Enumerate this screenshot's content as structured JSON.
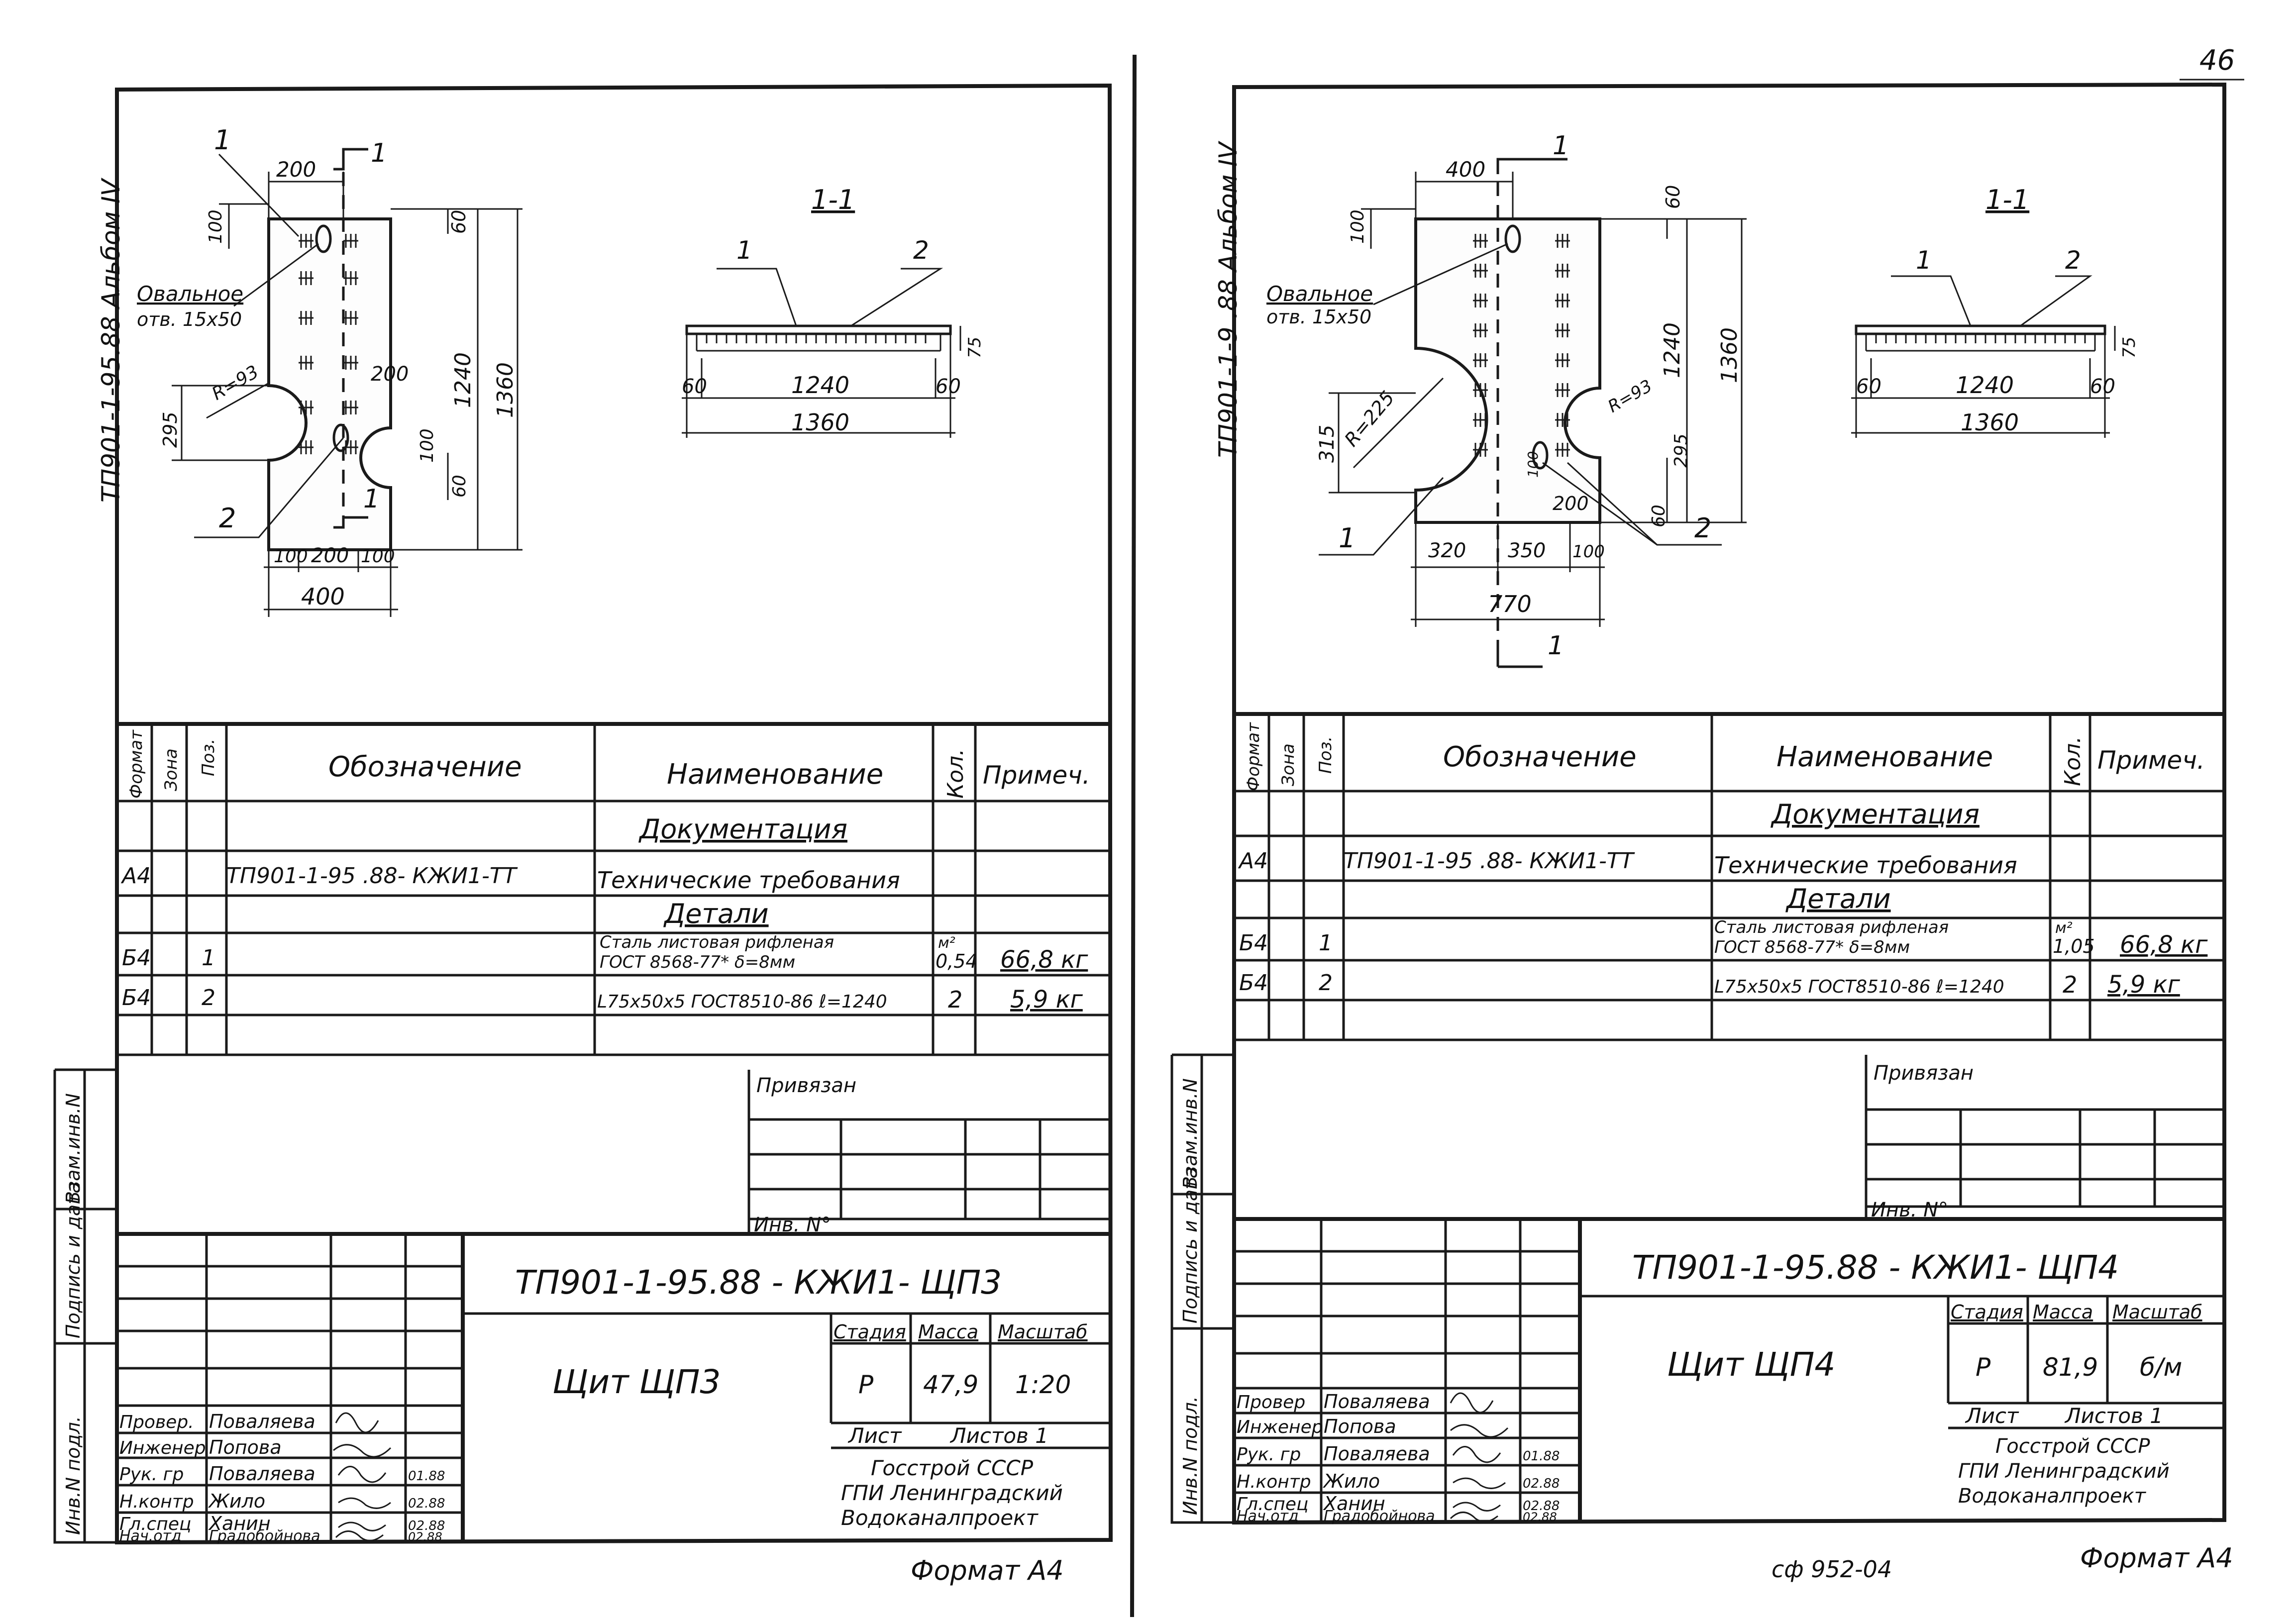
{
  "page_number": "46",
  "footer_code": "сф 952-04",
  "sheets": [
    {
      "vertical_album": "ТП901-1-95.88  Альбом IV",
      "draw": {
        "callouts": {
          "c1": "1",
          "c2": "2",
          "cut_top": "1",
          "cut_bottom": "1"
        },
        "hole_note_1": "Овальное",
        "hole_note_2": "отв. 15х50",
        "radius": "R=93",
        "dims": {
          "top_width": "200",
          "top_offset": "100",
          "top_edge": "60",
          "height": "1240",
          "overall": "1360",
          "notch": "295",
          "side_200": "200",
          "side_100": "100",
          "bottom_edge": "60",
          "bottom_a": "100",
          "bottom_b": "200",
          "bottom_c": "100",
          "width": "400"
        },
        "section": {
          "title": "1-1",
          "p1": "1",
          "p2": "2",
          "left": "60",
          "mid": "1240",
          "right": "60",
          "overall": "1360",
          "height": "75"
        }
      },
      "spec": {
        "headers": {
          "format": "Формат",
          "zone": "Зона",
          "pos": "Поз.",
          "designation": "Обозначение",
          "name": "Наименование",
          "qty": "Кол.",
          "note": "Примеч."
        },
        "doc_section": "Документация",
        "details_section": "Детали",
        "rows": [
          {
            "format": "А4",
            "pos": "",
            "designation": "ТП901-1-95 .88- КЖИ1-ТТ",
            "name1": "Технические требования",
            "name2": "",
            "qty_top": "",
            "qty": "",
            "note": ""
          },
          {
            "format": "Б4",
            "pos": "1",
            "designation": "",
            "name1": "Сталь листовая рифленая",
            "name2": "ГОСТ 8568-77*  δ=8мм",
            "qty_top": "м²",
            "qty": "0,54",
            "note": "66,8 кг"
          },
          {
            "format": "Б4",
            "pos": "2",
            "designation": "",
            "name1": "L75х50х5 ГОСТ8510-86 ℓ=1240",
            "name2": "",
            "qty_top": "",
            "qty": "2",
            "note": "5,9 кг"
          }
        ]
      },
      "side_labels": [
        "Инв.N подл.",
        "Подпись и дата",
        "Взам.инв.N"
      ],
      "bound_label": "Привязан",
      "inv_label": "Инв. N°",
      "title_block": {
        "code": "ТП901-1-95.88 - КЖИ1- ЩП3",
        "item_name": "Щит  ЩП3",
        "stage_label": "Стадия",
        "mass_label": "Масса",
        "scale_label": "Масштаб",
        "stage": "Р",
        "mass": "47,9",
        "scale": "1:20",
        "sheet_label": "Лист",
        "sheets_label": "Листов 1",
        "org1": "Госстрой СССР",
        "org2": "ГПИ Ленинградский",
        "org3": "Водоканалпроект",
        "roles": [
          {
            "role": "Провер.",
            "name": "Поваляева",
            "date": ""
          },
          {
            "role": "Инженер",
            "name": "Попова",
            "date": ""
          },
          {
            "role": "Рук. гр",
            "name": "Поваляева",
            "date": "01.88"
          },
          {
            "role": "Н.контр",
            "name": "Жило",
            "date": "02.88"
          },
          {
            "role": "Гл.спец",
            "name": "Ханин",
            "date": "02.88"
          },
          {
            "role": "Нач.отд",
            "name": "Градобойнова",
            "date": "02.88"
          }
        ]
      },
      "format_label": "Формат А4"
    },
    {
      "vertical_album": "ТП901-1-9 .88  Альбом IV",
      "draw": {
        "callouts": {
          "c1": "1",
          "c2": "2",
          "cut_top": "1",
          "cut_bottom": "1"
        },
        "hole_note_1": "Овальное",
        "hole_note_2": "отв. 15х50",
        "radius": "R=225",
        "radius_small": "R=93",
        "dims": {
          "top_width": "400",
          "top_offset": "100",
          "top_edge": "60",
          "height": "1240",
          "overall": "1360",
          "notch": "315",
          "small_notch": "295",
          "bottom_edge": "60",
          "side_200": "200",
          "side_100": "100",
          "bottom_a": "320",
          "bottom_b": "350",
          "bottom_c": "100",
          "width": "770"
        },
        "section": {
          "title": "1-1",
          "p1": "1",
          "p2": "2",
          "left": "60",
          "mid": "1240",
          "right": "60",
          "overall": "1360",
          "height": "75"
        }
      },
      "spec": {
        "headers": {
          "format": "Формат",
          "zone": "Зона",
          "pos": "Поз.",
          "designation": "Обозначение",
          "name": "Наименование",
          "qty": "Кол.",
          "note": "Примеч."
        },
        "doc_section": "Документация",
        "details_section": "Детали",
        "rows": [
          {
            "format": "А4",
            "pos": "",
            "designation": "ТП901-1-95 .88- КЖИ1-ТТ",
            "name1": "Технические требования",
            "name2": "",
            "qty_top": "",
            "qty": "",
            "note": ""
          },
          {
            "format": "Б4",
            "pos": "1",
            "designation": "",
            "name1": "Сталь листовая рифленая",
            "name2": "ГОСТ 8568-77*  δ=8мм",
            "qty_top": "м²",
            "qty": "1,05",
            "note": "66,8 кг"
          },
          {
            "format": "Б4",
            "pos": "2",
            "designation": "",
            "name1": "L75х50х5 ГОСТ8510-86 ℓ=1240",
            "name2": "",
            "qty_top": "",
            "qty": "2",
            "note": "5,9 кг"
          }
        ]
      },
      "side_labels": [
        "Инв.N подл.",
        "Подпись и дата",
        "Взам.инв.N"
      ],
      "bound_label": "Привязан",
      "inv_label": "Инв. N°",
      "title_block": {
        "code": "ТП901-1-95.88 - КЖИ1- ЩП4",
        "item_name": "Щит  ЩП4",
        "stage_label": "Стадия",
        "mass_label": "Масса",
        "scale_label": "Масштаб",
        "stage": "Р",
        "mass": "81,9",
        "scale": "б/м",
        "sheet_label": "Лист",
        "sheets_label": "Листов 1",
        "org1": "Госстрой СССР",
        "org2": "ГПИ Ленинградский",
        "org3": "Водоканалпроект",
        "roles": [
          {
            "role": "Провер",
            "name": "Поваляева",
            "date": ""
          },
          {
            "role": "Инженер",
            "name": "Попова",
            "date": ""
          },
          {
            "role": "Рук. гр",
            "name": "Поваляева",
            "date": "01.88"
          },
          {
            "role": "Н.контр",
            "name": "Жило",
            "date": "02.88"
          },
          {
            "role": "Гл.спец",
            "name": "Ханин",
            "date": "02.88"
          },
          {
            "role": "Нач.отд",
            "name": "Градобойнова",
            "date": "02.88"
          }
        ]
      },
      "format_label": "Формат А4"
    }
  ]
}
